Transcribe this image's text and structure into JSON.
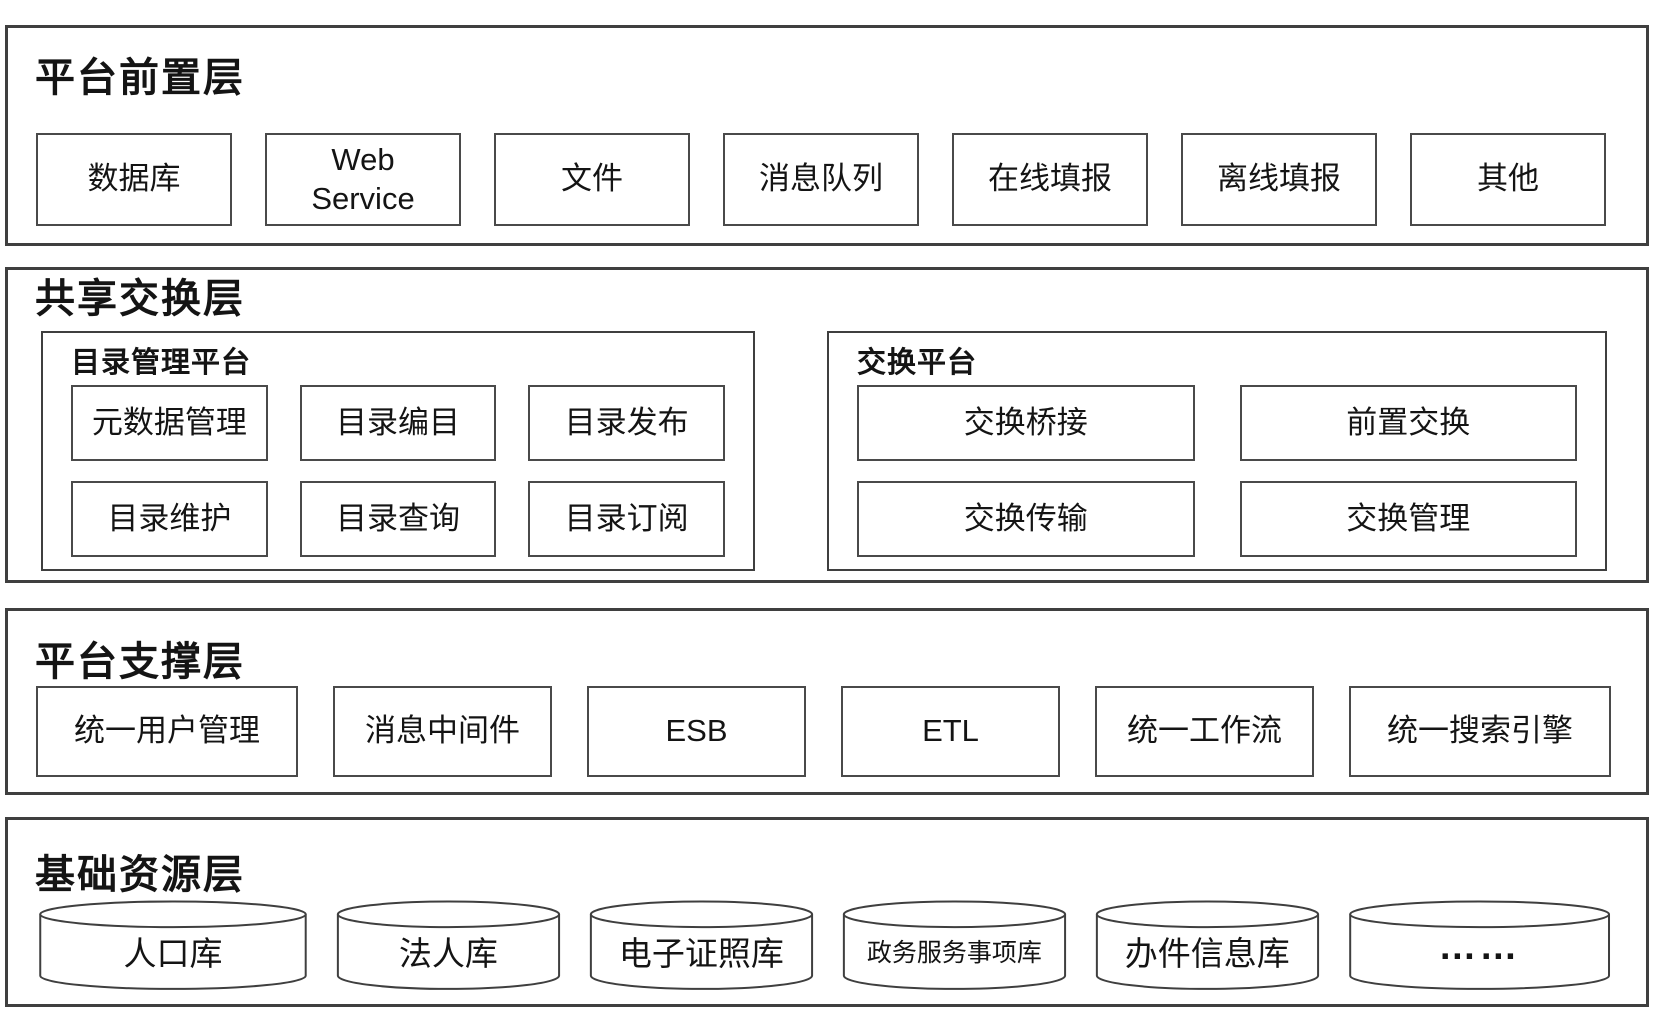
{
  "colors": {
    "outer_border": "#3f3f3f",
    "inner_border": "#4a4a4a",
    "text": "#141414",
    "background": "#ffffff"
  },
  "layers": {
    "front": {
      "title": "平台前置层",
      "boxes": [
        "数据库",
        "Web\nService",
        "文件",
        "消息队列",
        "在线填报",
        "离线填报",
        "其他"
      ]
    },
    "exchange": {
      "title": "共享交换层",
      "catalog_platform": {
        "title": "目录管理平台",
        "row1": [
          "元数据管理",
          "目录编目",
          "目录发布"
        ],
        "row2": [
          "目录维护",
          "目录查询",
          "目录订阅"
        ]
      },
      "exchange_platform": {
        "title": "交换平台",
        "row1": [
          "交换桥接",
          "前置交换"
        ],
        "row2": [
          "交换传输",
          "交换管理"
        ]
      }
    },
    "support": {
      "title": "平台支撑层",
      "boxes": [
        "统一用户管理",
        "消息中间件",
        "ESB",
        "ETL",
        "统一工作流",
        "统一搜索引擎"
      ]
    },
    "resource": {
      "title": "基础资源层",
      "databases": [
        "人口库",
        "法人库",
        "电子证照库",
        "政务服务事项库",
        "办件信息库",
        "……"
      ]
    }
  }
}
